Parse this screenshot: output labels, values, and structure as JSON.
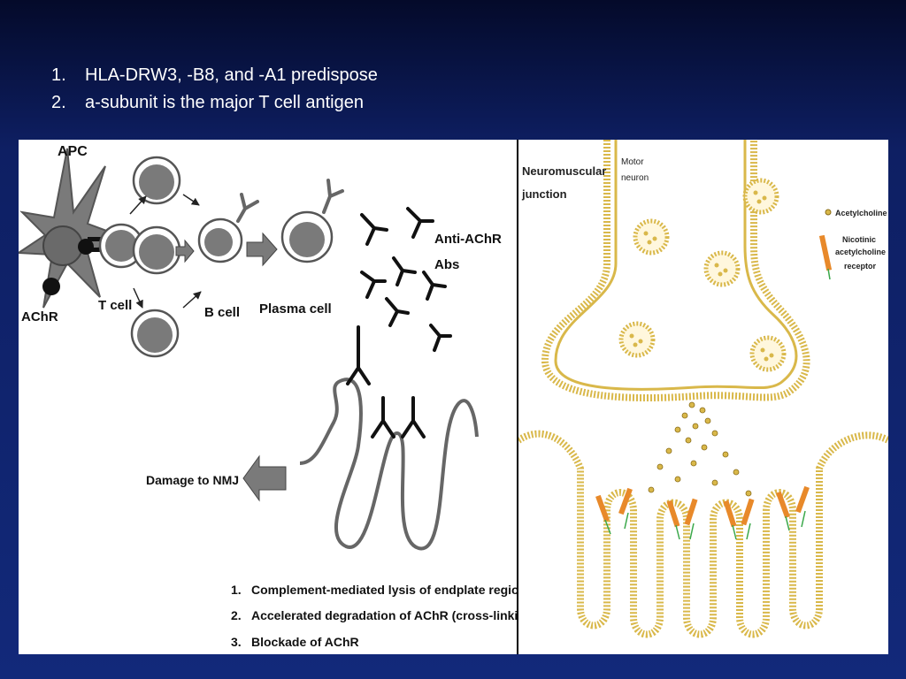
{
  "slide": {
    "bullets": [
      {
        "num": "1.",
        "text": "HLA-DRW3, -B8, and -A1 predispose"
      },
      {
        "num": "2.",
        "text": "a-subunit is the major T cell antigen"
      }
    ]
  },
  "left_figure": {
    "apc": "APC",
    "achr": "AChR",
    "t_cell": "T cell",
    "b_cell": "B cell",
    "plasma_cell": "Plasma cell",
    "antibodies_line1": "Anti-AChR",
    "antibodies_line2": "Abs",
    "damage": "Damage to NMJ",
    "mechanisms": [
      {
        "num": "1.",
        "text": "Complement-mediated lysis of endplate region"
      },
      {
        "num": "2.",
        "text": "Accelerated degradation of AChR (cross-linking)"
      },
      {
        "num": "3.",
        "text": "Blockade of AChR"
      }
    ]
  },
  "right_figure": {
    "title_line1": "Neuromuscular",
    "title_line2": "junction",
    "motor_line1": "Motor",
    "motor_line2": "neuron",
    "legend_ach": "Acetylcholine",
    "legend_receptor_line1": "Nicotinic",
    "legend_receptor_line2": "acetylcholine",
    "legend_receptor_line3": "receptor"
  },
  "colors": {
    "membrane": "#d9b84a",
    "receptor_orange": "#e8892a",
    "receptor_green": "#3aa84a",
    "cell_gray": "#7a7a7a"
  }
}
